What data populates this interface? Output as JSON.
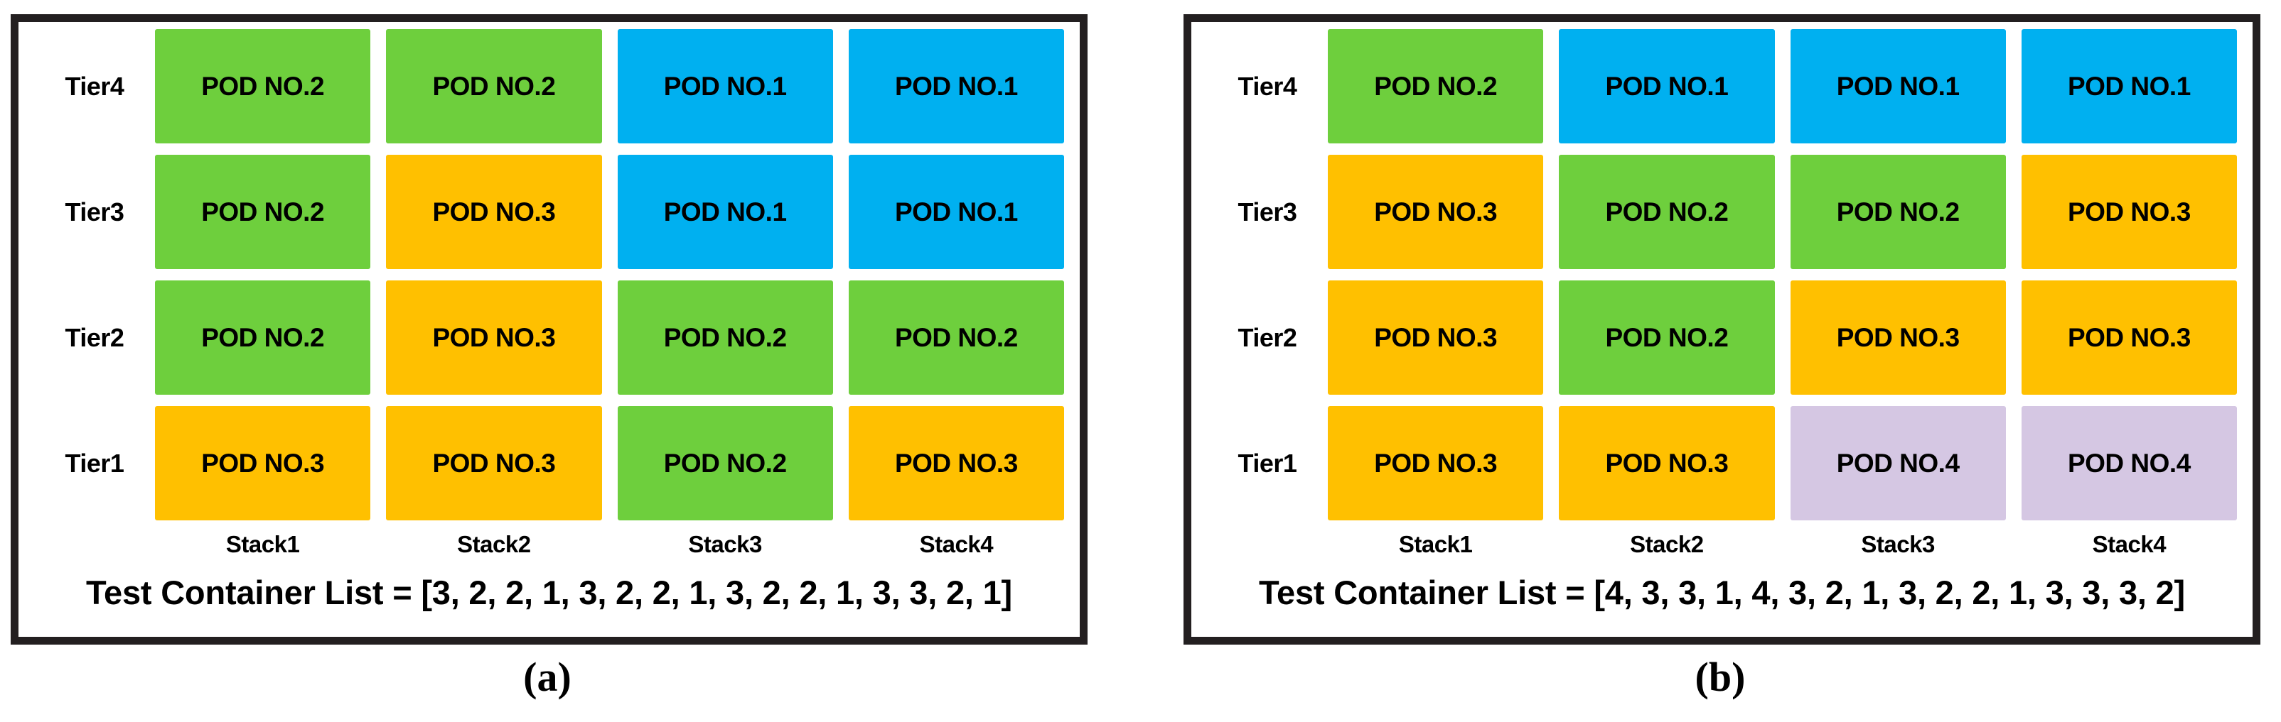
{
  "figure": {
    "legend_colors": {
      "pod1": "#00b0f0",
      "pod2": "#6ecf3d",
      "pod3": "#ffc000",
      "pod4": "#d5c7e3",
      "frame": "#231f20",
      "background": "#ffffff"
    },
    "panels": [
      {
        "caption": "(a)",
        "tier_labels": [
          "Tier4",
          "Tier3",
          "Tier2",
          "Tier1"
        ],
        "stack_labels": [
          "Stack1",
          "Stack2",
          "Stack3",
          "Stack4"
        ],
        "rows": [
          {
            "tier": "Tier4",
            "cells": [
              {
                "label": "POD NO.2",
                "pod": 2,
                "color": "#6ecf3d"
              },
              {
                "label": "POD NO.2",
                "pod": 2,
                "color": "#6ecf3d"
              },
              {
                "label": "POD NO.1",
                "pod": 1,
                "color": "#00b0f0"
              },
              {
                "label": "POD NO.1",
                "pod": 1,
                "color": "#00b0f0"
              }
            ]
          },
          {
            "tier": "Tier3",
            "cells": [
              {
                "label": "POD NO.2",
                "pod": 2,
                "color": "#6ecf3d"
              },
              {
                "label": "POD NO.3",
                "pod": 3,
                "color": "#ffc000"
              },
              {
                "label": "POD NO.1",
                "pod": 1,
                "color": "#00b0f0"
              },
              {
                "label": "POD NO.1",
                "pod": 1,
                "color": "#00b0f0"
              }
            ]
          },
          {
            "tier": "Tier2",
            "cells": [
              {
                "label": "POD NO.2",
                "pod": 2,
                "color": "#6ecf3d"
              },
              {
                "label": "POD NO.3",
                "pod": 3,
                "color": "#ffc000"
              },
              {
                "label": "POD NO.2",
                "pod": 2,
                "color": "#6ecf3d"
              },
              {
                "label": "POD NO.2",
                "pod": 2,
                "color": "#6ecf3d"
              }
            ]
          },
          {
            "tier": "Tier1",
            "cells": [
              {
                "label": "POD NO.3",
                "pod": 3,
                "color": "#ffc000"
              },
              {
                "label": "POD NO.3",
                "pod": 3,
                "color": "#ffc000"
              },
              {
                "label": "POD NO.2",
                "pod": 2,
                "color": "#6ecf3d"
              },
              {
                "label": "POD NO.3",
                "pod": 3,
                "color": "#ffc000"
              }
            ]
          }
        ],
        "container_list_text": "Test Container List = [3, 2, 2, 1, 3, 2, 2, 1, 3, 2, 2, 1, 3, 3, 2, 1]",
        "container_list_values": [
          3,
          2,
          2,
          1,
          3,
          2,
          2,
          1,
          3,
          2,
          2,
          1,
          3,
          3,
          2,
          1
        ]
      },
      {
        "caption": "(b)",
        "tier_labels": [
          "Tier4",
          "Tier3",
          "Tier2",
          "Tier1"
        ],
        "stack_labels": [
          "Stack1",
          "Stack2",
          "Stack3",
          "Stack4"
        ],
        "rows": [
          {
            "tier": "Tier4",
            "cells": [
              {
                "label": "POD NO.2",
                "pod": 2,
                "color": "#6ecf3d"
              },
              {
                "label": "POD NO.1",
                "pod": 1,
                "color": "#00b0f0"
              },
              {
                "label": "POD NO.1",
                "pod": 1,
                "color": "#00b0f0"
              },
              {
                "label": "POD NO.1",
                "pod": 1,
                "color": "#00b0f0"
              }
            ]
          },
          {
            "tier": "Tier3",
            "cells": [
              {
                "label": "POD NO.3",
                "pod": 3,
                "color": "#ffc000"
              },
              {
                "label": "POD NO.2",
                "pod": 2,
                "color": "#6ecf3d"
              },
              {
                "label": "POD NO.2",
                "pod": 2,
                "color": "#6ecf3d"
              },
              {
                "label": "POD NO.3",
                "pod": 3,
                "color": "#ffc000"
              }
            ]
          },
          {
            "tier": "Tier2",
            "cells": [
              {
                "label": "POD NO.3",
                "pod": 3,
                "color": "#ffc000"
              },
              {
                "label": "POD NO.2",
                "pod": 2,
                "color": "#6ecf3d"
              },
              {
                "label": "POD NO.3",
                "pod": 3,
                "color": "#ffc000"
              },
              {
                "label": "POD NO.3",
                "pod": 3,
                "color": "#ffc000"
              }
            ]
          },
          {
            "tier": "Tier1",
            "cells": [
              {
                "label": "POD NO.3",
                "pod": 3,
                "color": "#ffc000"
              },
              {
                "label": "POD NO.3",
                "pod": 3,
                "color": "#ffc000"
              },
              {
                "label": "POD NO.4",
                "pod": 4,
                "color": "#d5c7e3"
              },
              {
                "label": "POD NO.4",
                "pod": 4,
                "color": "#d5c7e3"
              }
            ]
          }
        ],
        "container_list_text": "Test Container List = [4, 3, 3, 1, 4, 3, 2, 1, 3, 2, 2, 1, 3, 3, 3, 2]",
        "container_list_values": [
          4,
          3,
          3,
          1,
          4,
          3,
          2,
          1,
          3,
          2,
          2,
          1,
          3,
          3,
          3,
          2
        ]
      }
    ]
  }
}
